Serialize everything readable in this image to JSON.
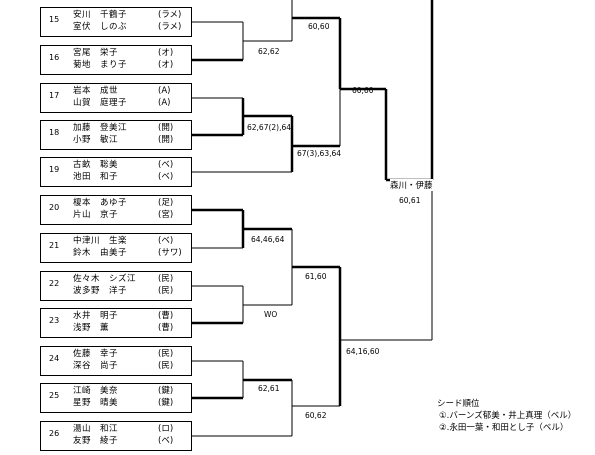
{
  "entries": [
    {
      "seed": "15",
      "p1": "安川　千鶴子",
      "c1": "(ラメ)",
      "p2": "室伏　しのぶ",
      "c2": "(ラメ)"
    },
    {
      "seed": "16",
      "p1": "宮尾　栄子",
      "c1": "(オ)",
      "p2": "菊地　まり子",
      "c2": "(オ)"
    },
    {
      "seed": "17",
      "p1": "岩本　成世",
      "c1": "(A)",
      "p2": "山賀　庭理子",
      "c2": "(A)"
    },
    {
      "seed": "18",
      "p1": "加藤　登美江",
      "c1": "(開)",
      "p2": "小野　敏江",
      "c2": "(開)"
    },
    {
      "seed": "19",
      "p1": "古畝　聡美",
      "c1": "(ベ)",
      "p2": "池田　和子",
      "c2": "(ベ)"
    },
    {
      "seed": "20",
      "p1": "榎本　あゆ子",
      "c1": "(足)",
      "p2": "片山　京子",
      "c2": "(宮)"
    },
    {
      "seed": "21",
      "p1": "中津川　生楽",
      "c1": "(ベ)",
      "p2": "鈴木　由美子",
      "c2": "(サワ)"
    },
    {
      "seed": "22",
      "p1": "佐々木　シズ江",
      "c1": "(民)",
      "p2": "波多野　洋子",
      "c2": "(民)"
    },
    {
      "seed": "23",
      "p1": "水井　明子",
      "c1": "(曹)",
      "p2": "浅野　薫",
      "c2": "(曹)"
    },
    {
      "seed": "24",
      "p1": "佐藤　幸子",
      "c1": "(民)",
      "p2": "深谷　尚子",
      "c2": "(民)"
    },
    {
      "seed": "25",
      "p1": "江崎　美奈",
      "c1": "(鍵)",
      "p2": "星野　晴美",
      "c2": "(鍵)"
    },
    {
      "seed": "26",
      "p1": "湯山　和江",
      "c1": "(ロ)",
      "p2": "友野　綾子",
      "c2": "(ベ)"
    }
  ],
  "scores": {
    "s_top": "60,60",
    "s_15_16": "62,62",
    "s_17_18": "62,67(2),64",
    "s_qf_top": "60,60",
    "s_18_19": "67(3),63,64",
    "s_final": "60,61",
    "s_20_21": "64,46,64",
    "s_20_22": "61,60",
    "s_22_23": "WO",
    "s_sf_bottom": "64,16,60",
    "s_24_25": "62,61",
    "s_bottom": "60,62"
  },
  "winner_names": "森川・伊藤",
  "legend": {
    "title": "シード順位",
    "items": [
      "①.バーンズ郁美・井上真理（ベル）",
      "②.永田一葉・和田とし子（ベル）"
    ]
  }
}
